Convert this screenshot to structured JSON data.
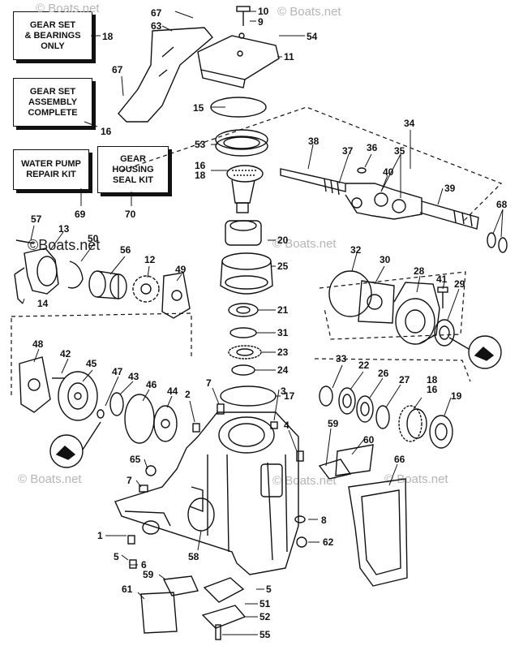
{
  "kit_boxes": {
    "gear_set_bearings": "GEAR SET\n& BEARINGS\nONLY",
    "gear_set_assembly": "GEAR SET\nASSEMBLY\nCOMPLETE",
    "water_pump": "WATER PUMP\nREPAIR KIT",
    "gear_housing_seal": "GEAR\nHOUSING\nSEAL KIT"
  },
  "watermarks": {
    "top": "© Boats.net",
    "top_right": "© Boats.net",
    "mid": "© Boats.net",
    "mid_right": "© Boats.net",
    "bottom_left": "© Boats.net",
    "bottom_right": "© Boats.net",
    "dark": "©Boats.net"
  },
  "callouts": [
    "10",
    "9",
    "67",
    "63",
    "54",
    "11",
    "18",
    "67",
    "15",
    "53",
    "34",
    "38",
    "37",
    "36",
    "35",
    "16",
    "18",
    "40",
    "39",
    "68",
    "57",
    "13",
    "50",
    "56",
    "12",
    "49",
    "14",
    "20",
    "25",
    "32",
    "30",
    "28",
    "41",
    "29",
    "21",
    "31",
    "48",
    "42",
    "45",
    "47",
    "43",
    "46",
    "44",
    "23",
    "24",
    "33",
    "22",
    "26",
    "27",
    "18",
    "16",
    "19",
    "7",
    "2",
    "17",
    "3",
    "4",
    "59",
    "60",
    "66",
    "65",
    "7",
    "8",
    "1",
    "5",
    "6",
    "58",
    "62",
    "59",
    "5",
    "61",
    "51",
    "52",
    "55",
    "16",
    "69",
    "70"
  ]
}
